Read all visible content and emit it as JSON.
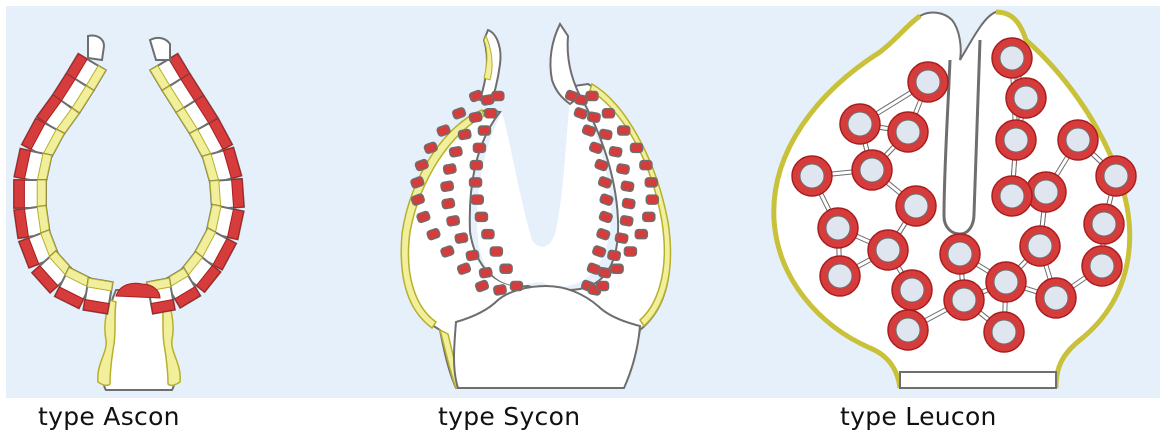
{
  "captions": {
    "ascon": "type Ascon",
    "sycon": "type Sycon",
    "leucon": "type Leucon"
  },
  "colors": {
    "background": "#e6f0fa",
    "outline": "#6e6e6e",
    "body_fill": "#ffffff",
    "pinacoderm": "#f2ef9c",
    "pinacoderm_edge": "#b7b02a",
    "choanocyte": "#d63c3c",
    "choanocyte_dark": "#a81e1e",
    "chamber_fill": "#dfe6ef"
  }
}
